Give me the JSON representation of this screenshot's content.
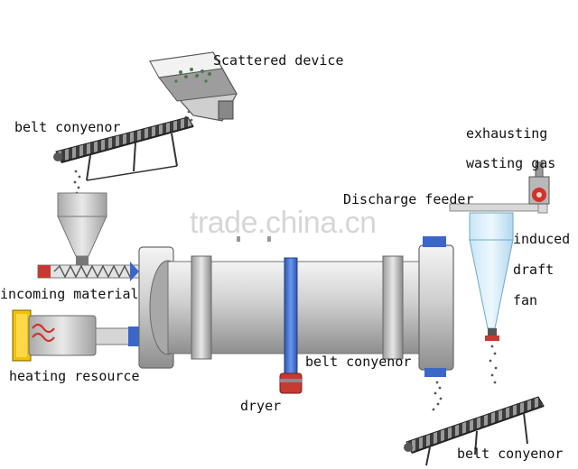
{
  "labels": {
    "scattered_device": "Scattered device",
    "belt_conveyor_top": "belt conyenor",
    "exhausting": "exhausting",
    "wasting_gas": "wasting gas",
    "discharge_feeder": "Discharge feeder",
    "induced": "induced",
    "draft": "draft",
    "fan": "fan",
    "incoming_material": "incoming material",
    "heating_resource": "heating resource",
    "belt_conveyor_mid": "belt conyenor",
    "dryer": "dryer",
    "belt_conveyor_bottom": "belt conyenor"
  },
  "watermark": "trade.china.cn",
  "colors": {
    "steel_light": "#e4e4e4",
    "steel_mid": "#b8b8b8",
    "steel_dark": "#7a7a7a",
    "blue_bar": "#3f6fd1",
    "accent_red": "#d0322a",
    "accent_yellow": "#f1c200",
    "frame_dark": "#2c2c2c"
  }
}
